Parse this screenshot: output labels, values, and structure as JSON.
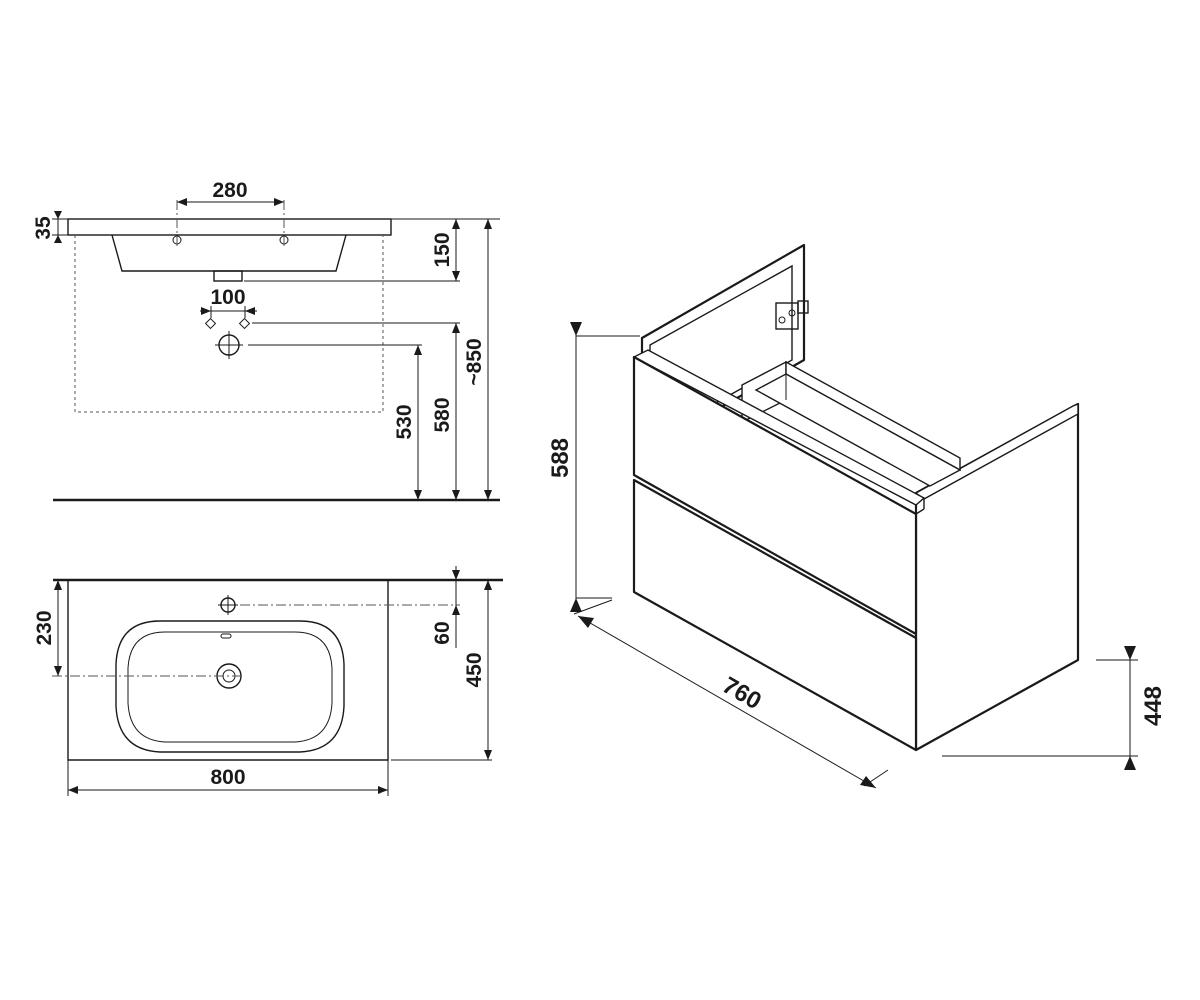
{
  "dimensions": {
    "top_hole_spacing": "280",
    "basin_rim_thickness": "35",
    "basin_depth": "150",
    "drain_spacing": "100",
    "height_to_floor": "~850",
    "height_580": "580",
    "height_530": "530",
    "basin_width": "800",
    "basin_depth_plan": "450",
    "tap_to_wall": "230",
    "tap_offset": "60",
    "cabinet_height": "588",
    "cabinet_width": "760",
    "cabinet_depth": "448"
  },
  "colors": {
    "line": "#1a1a1a",
    "background": "#ffffff"
  }
}
